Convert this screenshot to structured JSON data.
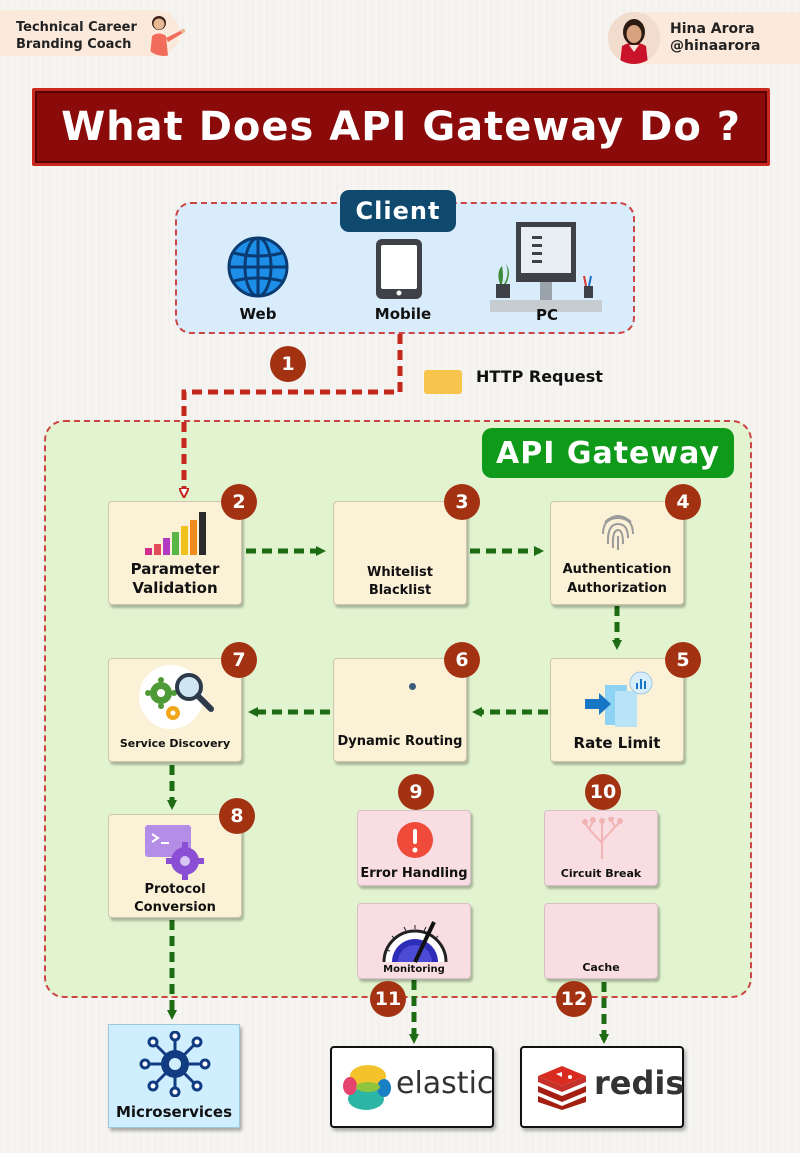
{
  "author": {
    "tagline_line1": "Technical Career",
    "tagline_line2": "Branding Coach",
    "name": "Hina Arora",
    "handle": "@hinaarora"
  },
  "title": "What Does API Gateway Do ?",
  "client": {
    "label": "Client",
    "items": [
      {
        "label": "Web",
        "icon": "globe-icon"
      },
      {
        "label": "Mobile",
        "icon": "tablet-icon"
      },
      {
        "label": "PC",
        "icon": "desktop-icon"
      }
    ]
  },
  "request": {
    "step": "1",
    "label": "HTTP Request"
  },
  "gateway": {
    "label": "API Gateway",
    "steps": [
      {
        "num": "2",
        "line1": "Parameter",
        "line2": "Validation",
        "icon": "bar-chart-icon"
      },
      {
        "num": "3",
        "line1": "Whitelist",
        "line2": "Blacklist"
      },
      {
        "num": "4",
        "line1": "Authentication",
        "line2": "Authorization",
        "icon": "fingerprint-icon"
      },
      {
        "num": "5",
        "line1": "Rate Limit",
        "icon": "rate-limit-icon"
      },
      {
        "num": "6",
        "line1": "Dynamic Routing"
      },
      {
        "num": "7",
        "line1": "Service Discovery",
        "icon": "gears-search-icon"
      },
      {
        "num": "8",
        "line1": "Protocol",
        "line2": "Conversion",
        "icon": "terminal-gear-icon"
      },
      {
        "num": "9",
        "line1": "Error Handling",
        "icon": "alert-icon"
      },
      {
        "num": "10",
        "line1": "Circuit Break",
        "icon": "branch-icon"
      },
      {
        "num": "11",
        "line1": "Monitoring",
        "icon": "gauge-icon"
      },
      {
        "num": "12",
        "line1": "Cache"
      }
    ]
  },
  "outputs": {
    "microservices": "Microservices",
    "elastic": "elastic",
    "redis": "redis"
  },
  "colors": {
    "title_bg": "#8b0a0a",
    "client_bg": "#d9ecfb",
    "client_pill": "#0f4a6e",
    "gateway_bg": "#e1f3cf",
    "gateway_pill": "#0f9a1a",
    "arrow_green": "#1d6b12",
    "arrow_red": "#c4271c",
    "badge": "#a33212"
  }
}
